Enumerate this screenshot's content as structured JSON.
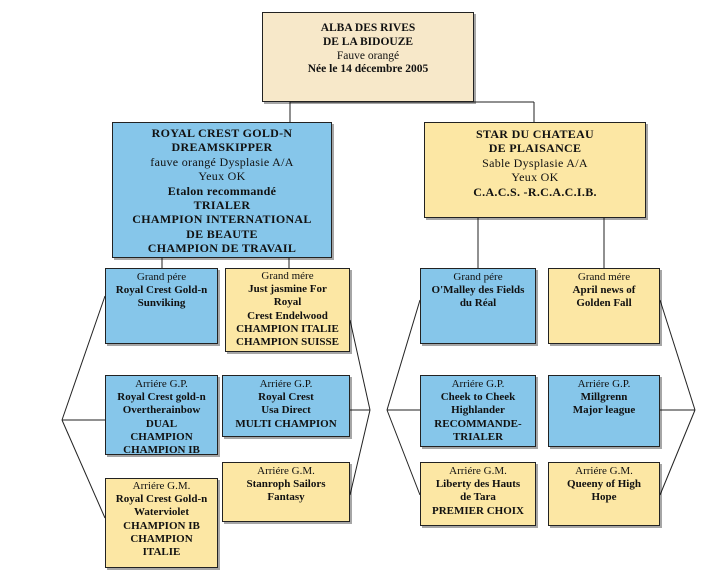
{
  "root": {
    "lines": [
      {
        "text": "ALBA  DES  RIVES",
        "bold": true
      },
      {
        "text": "DE LA BIDOUZE",
        "bold": true
      },
      {
        "text": "Fauve orangé",
        "bold": false
      },
      {
        "text": "Née le 14 décembre 2005",
        "bold": true
      }
    ]
  },
  "sire": {
    "lines": [
      {
        "text": "ROYAL CREST GOLD-N",
        "bold": true
      },
      {
        "text": "DREAMSKIPPER",
        "bold": true
      },
      {
        "text": "fauve orangé Dysplasie A/A",
        "bold": false
      },
      {
        "text": "Yeux OK",
        "bold": false
      },
      {
        "text": "Etalon recommandé",
        "bold": true
      },
      {
        "text": "TRIALER",
        "bold": true
      },
      {
        "text": "CHAMPION INTERNATIONAL",
        "bold": true
      },
      {
        "text": "DE  BEAUTE",
        "bold": true
      },
      {
        "text": "CHAMPION DE TRAVAIL",
        "bold": true
      }
    ]
  },
  "dam": {
    "lines": [
      {
        "text": "STAR DU CHATEAU",
        "bold": true
      },
      {
        "text": "DE PLAISANCE",
        "bold": true
      },
      {
        "text": "Sable Dysplasie A/A",
        "bold": false
      },
      {
        "text": "Yeux OK",
        "bold": false
      },
      {
        "text": " ",
        "bold": false
      },
      {
        "text": "C.A.C.S. -R.C.A.C.I.B.",
        "bold": true
      }
    ]
  },
  "sire_sire": {
    "lines": [
      {
        "text": "Grand pére",
        "bold": false
      },
      {
        "text": "Royal Crest Gold-n",
        "bold": true
      },
      {
        "text": "Sunviking",
        "bold": true
      }
    ]
  },
  "sire_dam": {
    "lines": [
      {
        "text": "Grand mére",
        "bold": false
      },
      {
        "text": "Just jasmine For",
        "bold": true
      },
      {
        "text": "Royal",
        "bold": true
      },
      {
        "text": "Crest Endelwood",
        "bold": true
      },
      {
        "text": "CHAMPION ITALIE",
        "bold": true
      },
      {
        "text": "CHAMPION SUISSE",
        "bold": true
      }
    ]
  },
  "dam_sire": {
    "lines": [
      {
        "text": "Grand pére",
        "bold": false
      },
      {
        "text": "O'Malley des Fields",
        "bold": true
      },
      {
        "text": "du Réal",
        "bold": true
      }
    ]
  },
  "dam_dam": {
    "lines": [
      {
        "text": "Grand mére",
        "bold": false
      },
      {
        "text": "April news  of",
        "bold": true
      },
      {
        "text": "Golden Fall",
        "bold": true
      }
    ]
  },
  "ss_sire": {
    "lines": [
      {
        "text": "Arriére G.P.",
        "bold": false
      },
      {
        "text": "Royal Crest gold-n",
        "bold": true
      },
      {
        "text": "Overtherainbow",
        "bold": true
      },
      {
        "text": "DUAL",
        "bold": true
      },
      {
        "text": "CHAMPION",
        "bold": true
      },
      {
        "text": "CHAMPION IB",
        "bold": true
      }
    ]
  },
  "ss_dam": {
    "lines": [
      {
        "text": "Arriére G.M.",
        "bold": false
      },
      {
        "text": "Royal Crest Gold-n",
        "bold": true
      },
      {
        "text": "Waterviolet",
        "bold": true
      },
      {
        "text": "CHAMPION IB",
        "bold": true
      },
      {
        "text": "CHAMPION",
        "bold": true
      },
      {
        "text": "ITALIE",
        "bold": true
      }
    ]
  },
  "sd_sire": {
    "lines": [
      {
        "text": "Arriére G.P.",
        "bold": false
      },
      {
        "text": "Royal  Crest",
        "bold": true
      },
      {
        "text": "Usa Direct",
        "bold": true
      },
      {
        "text": "MULTI CHAMPION",
        "bold": true
      }
    ]
  },
  "sd_dam": {
    "lines": [
      {
        "text": "Arriére G.M.",
        "bold": false
      },
      {
        "text": "Stanroph Sailors",
        "bold": true
      },
      {
        "text": "Fantasy",
        "bold": true
      }
    ]
  },
  "ds_sire": {
    "lines": [
      {
        "text": "Arriére G.P.",
        "bold": false
      },
      {
        "text": "Cheek to Cheek",
        "bold": true
      },
      {
        "text": "Highlander",
        "bold": true
      },
      {
        "text": "RECOMMANDE-",
        "bold": true
      },
      {
        "text": "TRIALER",
        "bold": true
      }
    ]
  },
  "ds_dam": {
    "lines": [
      {
        "text": "Arriére  G.M.",
        "bold": false
      },
      {
        "text": "Liberty des Hauts",
        "bold": true
      },
      {
        "text": "de Tara",
        "bold": true
      },
      {
        "text": "PREMIER CHOIX",
        "bold": true
      }
    ]
  },
  "dd_sire": {
    "lines": [
      {
        "text": "Arriére G.P.",
        "bold": false
      },
      {
        "text": "Millgrenn",
        "bold": true
      },
      {
        "text": "Major league",
        "bold": true
      }
    ]
  },
  "dd_dam": {
    "lines": [
      {
        "text": "Arriére G.M.",
        "bold": false
      },
      {
        "text": "Queeny of High",
        "bold": true
      },
      {
        "text": "Hope",
        "bold": true
      }
    ]
  },
  "colors": {
    "cream": "#f7e8c9",
    "blue": "#86c6ea",
    "yellow": "#fce7a4",
    "line": "#222222"
  }
}
